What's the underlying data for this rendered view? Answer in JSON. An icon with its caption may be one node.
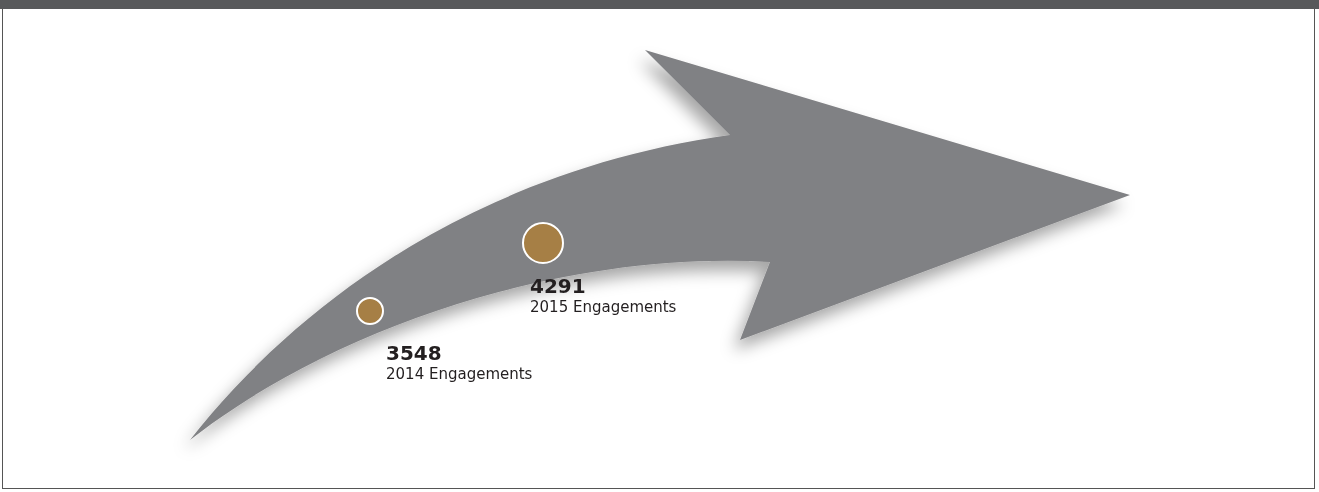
{
  "diagram": {
    "nodes": [
      {
        "text": [],
        "shape": "circle",
        "beside": [
          "3548",
          "2014 Engagements"
        ]
      },
      {
        "text": [],
        "shape": "circle",
        "beside": [
          "4291",
          "2015 Engagements"
        ]
      }
    ]
  }
}
